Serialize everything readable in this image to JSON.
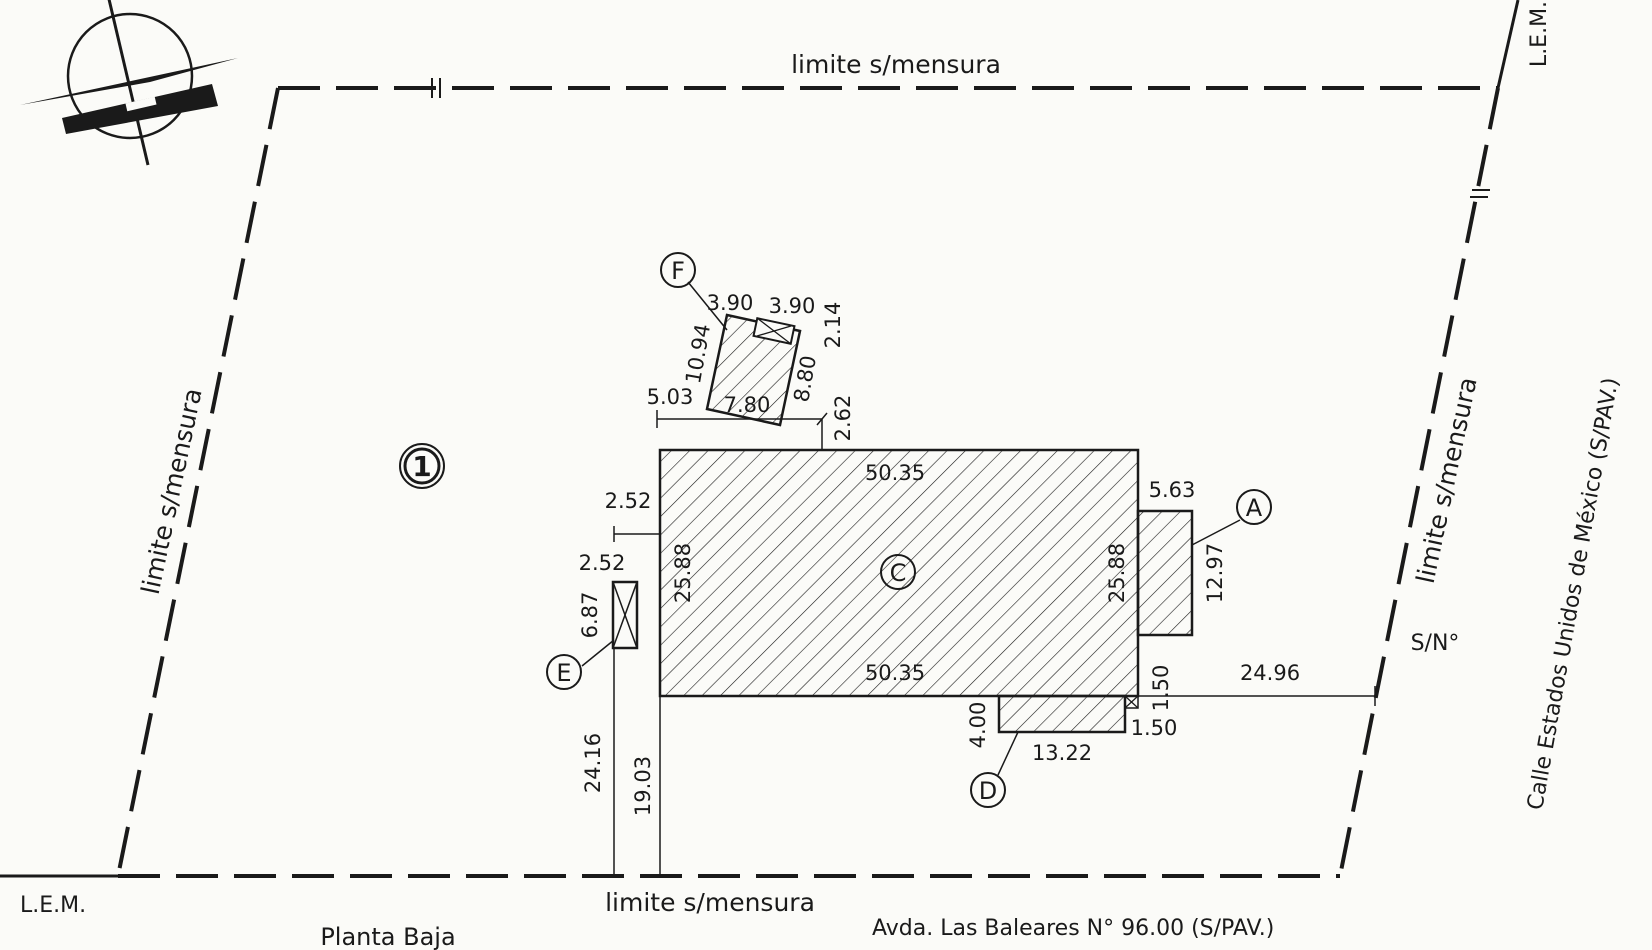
{
  "lot": {
    "number": "1",
    "edges": {
      "top": "limite s/mensura",
      "bottom": "limite s/mensura",
      "left": "limite s/mensura",
      "right": "limite s/mensura"
    }
  },
  "lem_labels": {
    "bottom_left": "L.E.M.",
    "top_right": "L.E.M."
  },
  "streets": {
    "bottom": "Avda. Las Baleares N° 96.00 (S/PAV.)",
    "right": "Calle Estados Unidos de México (S/PAV.)",
    "right_number": "S/N°"
  },
  "drawing_title": "Planta Baja",
  "buildings": {
    "A": {
      "id": "A",
      "width": "5.63",
      "depth": "12.97"
    },
    "C": {
      "id": "C",
      "top": "50.35",
      "bottom": "50.35",
      "left": "25.88",
      "right": "25.88"
    },
    "D": {
      "id": "D",
      "width": "13.22",
      "depth": "4.00"
    },
    "E": {
      "id": "E",
      "width": "2.52",
      "depth": "6.87"
    },
    "F": {
      "id": "F",
      "top_left": "3.90",
      "top_right": "3.90",
      "right_upper": "2.14",
      "left": "10.94",
      "right": "8.80",
      "bottom": "7.80"
    }
  },
  "offsets": {
    "f_left": "5.03",
    "f_gap": "2.62",
    "e_gap": "2.52",
    "right_street": "24.96",
    "d_gap_right": "1.50",
    "d_gap_bottom": "1.50",
    "e_to_bottom": "24.16",
    "c_to_bottom": "19.03"
  }
}
